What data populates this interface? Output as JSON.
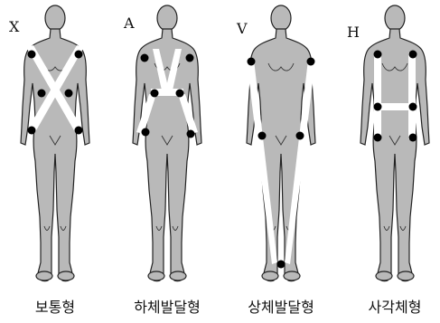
{
  "figures": [
    {
      "letter": "X",
      "caption": "보통형"
    },
    {
      "letter": "A",
      "caption": "하체발달형"
    },
    {
      "letter": "V",
      "caption": "상체발달형"
    },
    {
      "letter": "H",
      "caption": "사각체형"
    }
  ],
  "colors": {
    "body": "#b9b9b9",
    "outline": "#222222",
    "highlight": "#ffffff",
    "marker": "#000000"
  }
}
